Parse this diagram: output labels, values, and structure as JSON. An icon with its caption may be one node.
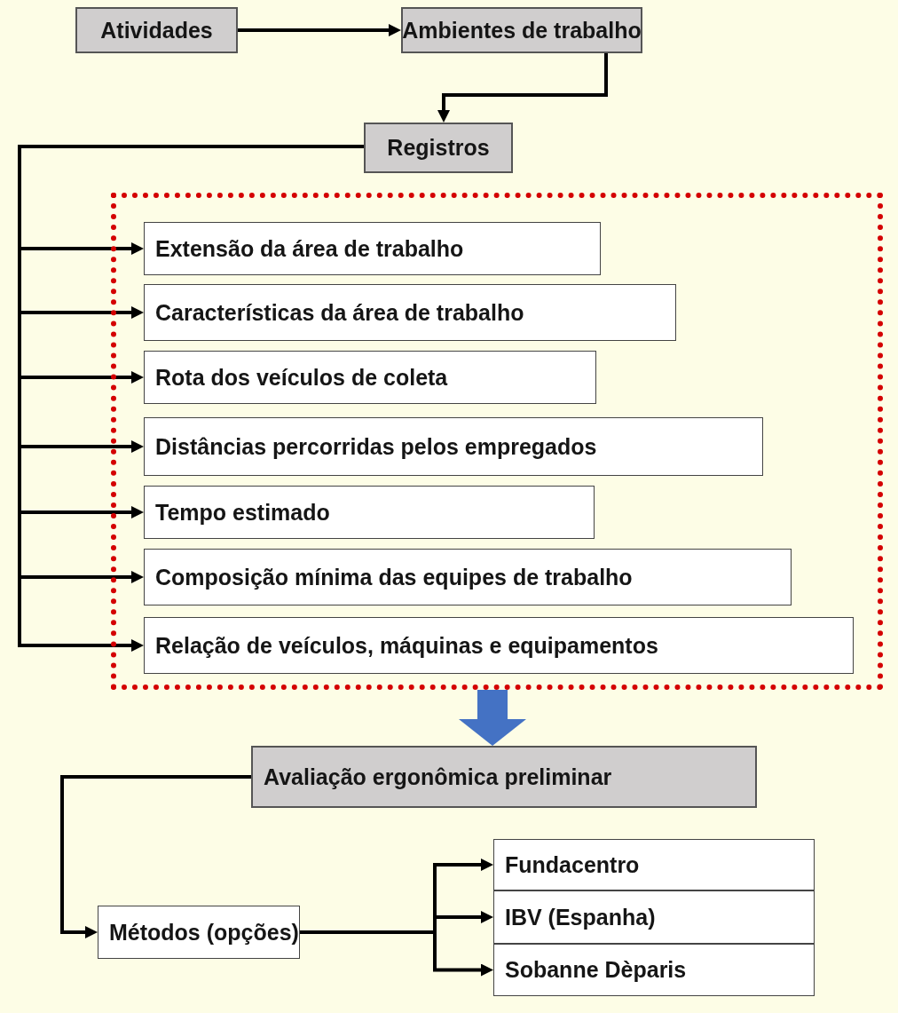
{
  "diagram": {
    "nodes": [
      {
        "text": [
          "Atividades"
        ]
      },
      {
        "text": [
          "Ambientes de trabalho"
        ]
      },
      {
        "text": [
          "Registros"
        ]
      },
      {
        "text": [],
        "shape": "box"
      },
      {
        "text": [
          "Extensão da área de trabalho"
        ],
        "in": 3
      },
      {
        "text": [
          "Características da área de trabalho"
        ],
        "in": 3
      },
      {
        "text": [
          "Rota dos veículos de coleta"
        ],
        "in": 3
      },
      {
        "text": [
          "Distâncias percorridas pelos empregados"
        ],
        "in": 3
      },
      {
        "text": [
          "Tempo estimado"
        ],
        "in": 3
      },
      {
        "text": [
          "Composição mínima das equipes de trabalho"
        ],
        "in": 3
      },
      {
        "text": [
          "Relação de veículos, máquinas e equipamentos"
        ],
        "in": 3
      },
      {
        "text": [
          "Avaliação ergonômica preliminar"
        ]
      },
      {
        "text": [
          "Métodos (opções)"
        ]
      },
      {
        "text": [
          "Fundacentro"
        ]
      },
      {
        "text": [
          "IBV (Espanha)"
        ]
      },
      {
        "text": [
          "Sobanne Dèparis"
        ]
      }
    ],
    "edges": [
      {
        "from": 0,
        "to": 1,
        "arrow": "to"
      },
      {
        "from": 1,
        "to": 2,
        "arrow": "to"
      },
      {
        "from": 2,
        "to": 4,
        "arrow": "to"
      },
      {
        "from": 2,
        "to": 5,
        "arrow": "to"
      },
      {
        "from": 2,
        "to": 6,
        "arrow": "to"
      },
      {
        "from": 2,
        "to": 7,
        "arrow": "to"
      },
      {
        "from": 2,
        "to": 8,
        "arrow": "to"
      },
      {
        "from": 2,
        "to": 9,
        "arrow": "to"
      },
      {
        "from": 2,
        "to": 10,
        "arrow": "to"
      },
      {
        "from": 3,
        "to": 11,
        "arrow": "to",
        "style": "thick",
        "color": "#4472c4"
      },
      {
        "from": 11,
        "to": 12,
        "arrow": "to"
      },
      {
        "from": 12,
        "to": 13,
        "arrow": "to"
      },
      {
        "from": 12,
        "to": 14,
        "arrow": "to"
      },
      {
        "from": 12,
        "to": 15,
        "arrow": "to"
      }
    ]
  }
}
